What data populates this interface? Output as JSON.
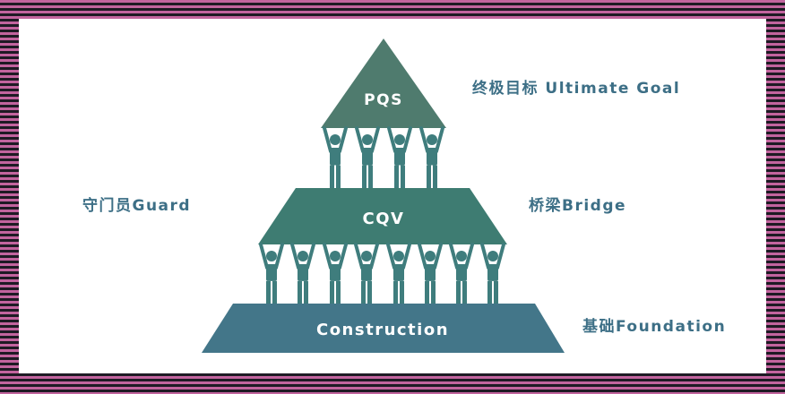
{
  "pyramid": {
    "tiers": [
      {
        "label": "PQS",
        "color": "#4f7b6e"
      },
      {
        "label": "CQV",
        "color": "#3e7c72"
      },
      {
        "label": "Construction",
        "color": "#437689"
      }
    ],
    "person_color": "#3f7d7d",
    "side_labels": {
      "ultimate_goal": "终极目标 Ultimate Goal",
      "guard": "守门员Guard",
      "bridge": "桥梁Bridge",
      "foundation": "基础Foundation"
    }
  }
}
